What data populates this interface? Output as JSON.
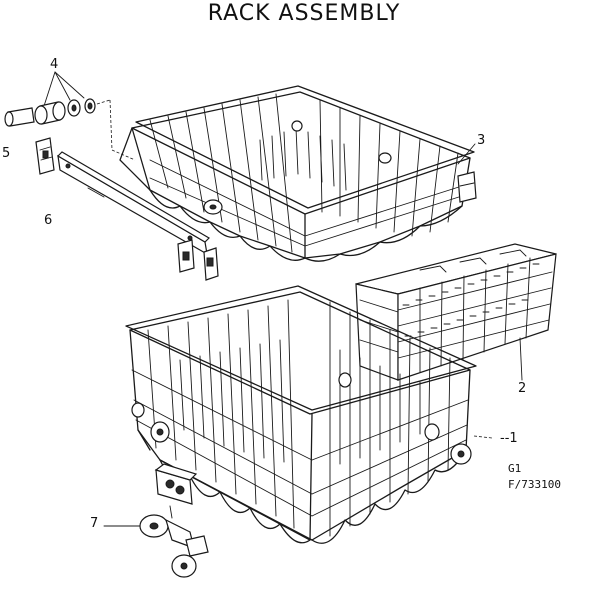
{
  "diagram": {
    "title": "RACK ASSEMBLY",
    "callouts": [
      {
        "id": "4",
        "label": "4"
      },
      {
        "id": "5",
        "label": "5"
      },
      {
        "id": "6",
        "label": "6"
      },
      {
        "id": "3",
        "label": "3"
      },
      {
        "id": "2",
        "label": "2"
      },
      {
        "id": "1",
        "label": "--1"
      },
      {
        "id": "7",
        "label": "7"
      }
    ],
    "figure_code_line1": "G1",
    "figure_code_line2": "F/733100"
  }
}
